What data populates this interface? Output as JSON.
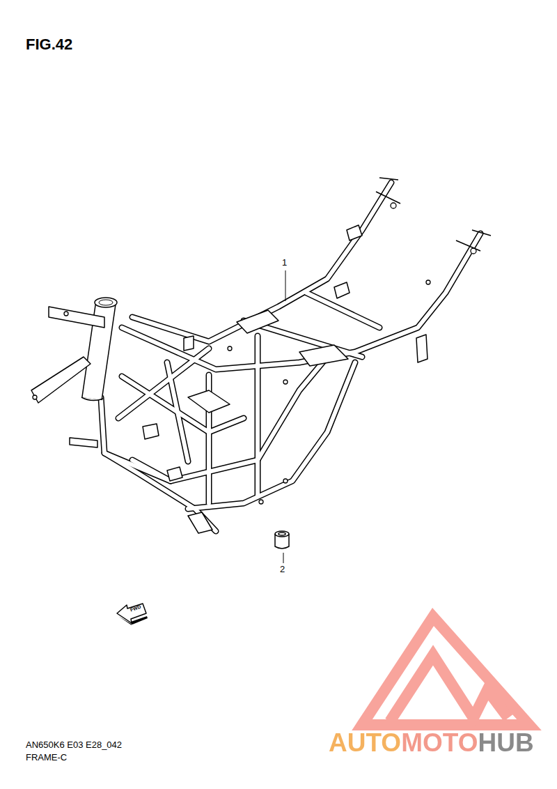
{
  "diagram": {
    "title": "FIG.42",
    "labels": [
      "1",
      "2",
      "FWD",
      "AN650K6 E03 E28_042",
      "FRAME-C",
      "AUTOMOTOHUB"
    ]
  }
}
